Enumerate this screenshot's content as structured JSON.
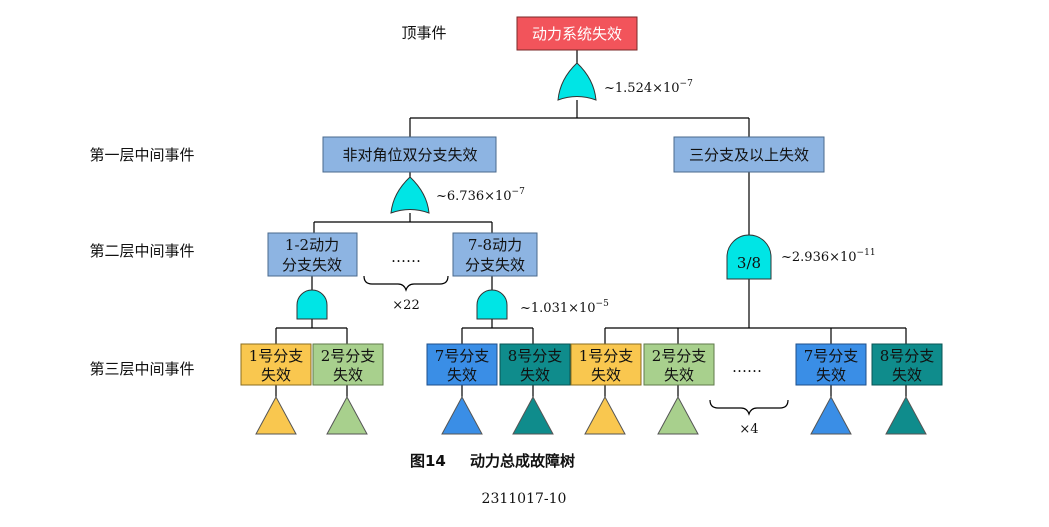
{
  "levels": {
    "top": "顶事件",
    "l1": "第一层中间事件",
    "l2": "第二层中间事件",
    "l3": "第三层中间事件"
  },
  "top_event": "动力系统失效",
  "l1": {
    "left": "非对角位双分支失效",
    "right": "三分支及以上失效"
  },
  "l2": {
    "left_line1": "1-2动力",
    "left_line2": "分支失效",
    "right_line1": "7-8动力",
    "right_line2": "分支失效",
    "dots": "……",
    "count": "×22"
  },
  "gates": {
    "vote_label": "3/8"
  },
  "probabilities": {
    "top_base": "~1.524×10",
    "top_exp": "−7",
    "l1_base": "~6.736×10",
    "l1_exp": "−7",
    "l2_base": "~1.031×10",
    "l2_exp": "−5",
    "vote_base": "~2.936×10",
    "vote_exp": "−11"
  },
  "l3": {
    "b1_line1": "1号分支",
    "b1_line2": "失效",
    "b2_line1": "2号分支",
    "b2_line2": "失效",
    "b7_line1": "7号分支",
    "b7_line2": "失效",
    "b8_line1": "8号分支",
    "b8_line2": "失效",
    "dots": "……",
    "count": "×4"
  },
  "caption": {
    "number": "图14",
    "title": "动力总成故障树"
  },
  "figure_id": "2311017-10",
  "colors": {
    "top_event": "#f2545b",
    "intermediate": "#8db4e2",
    "gate": "#00e5e5",
    "branch_1": "#f9c74f",
    "branch_2": "#a8d08d",
    "branch_7": "#3a8ee6",
    "branch_8": "#0f8c8c"
  }
}
